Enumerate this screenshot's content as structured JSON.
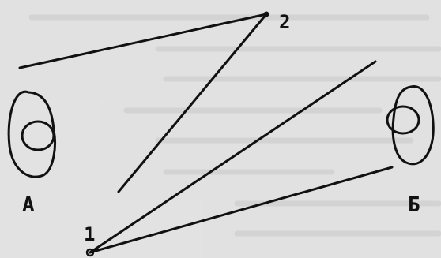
{
  "diagram": {
    "point_labels": {
      "p1": "1",
      "p2": "2"
    },
    "ear_labels": {
      "left": "А",
      "right": "Б"
    }
  }
}
